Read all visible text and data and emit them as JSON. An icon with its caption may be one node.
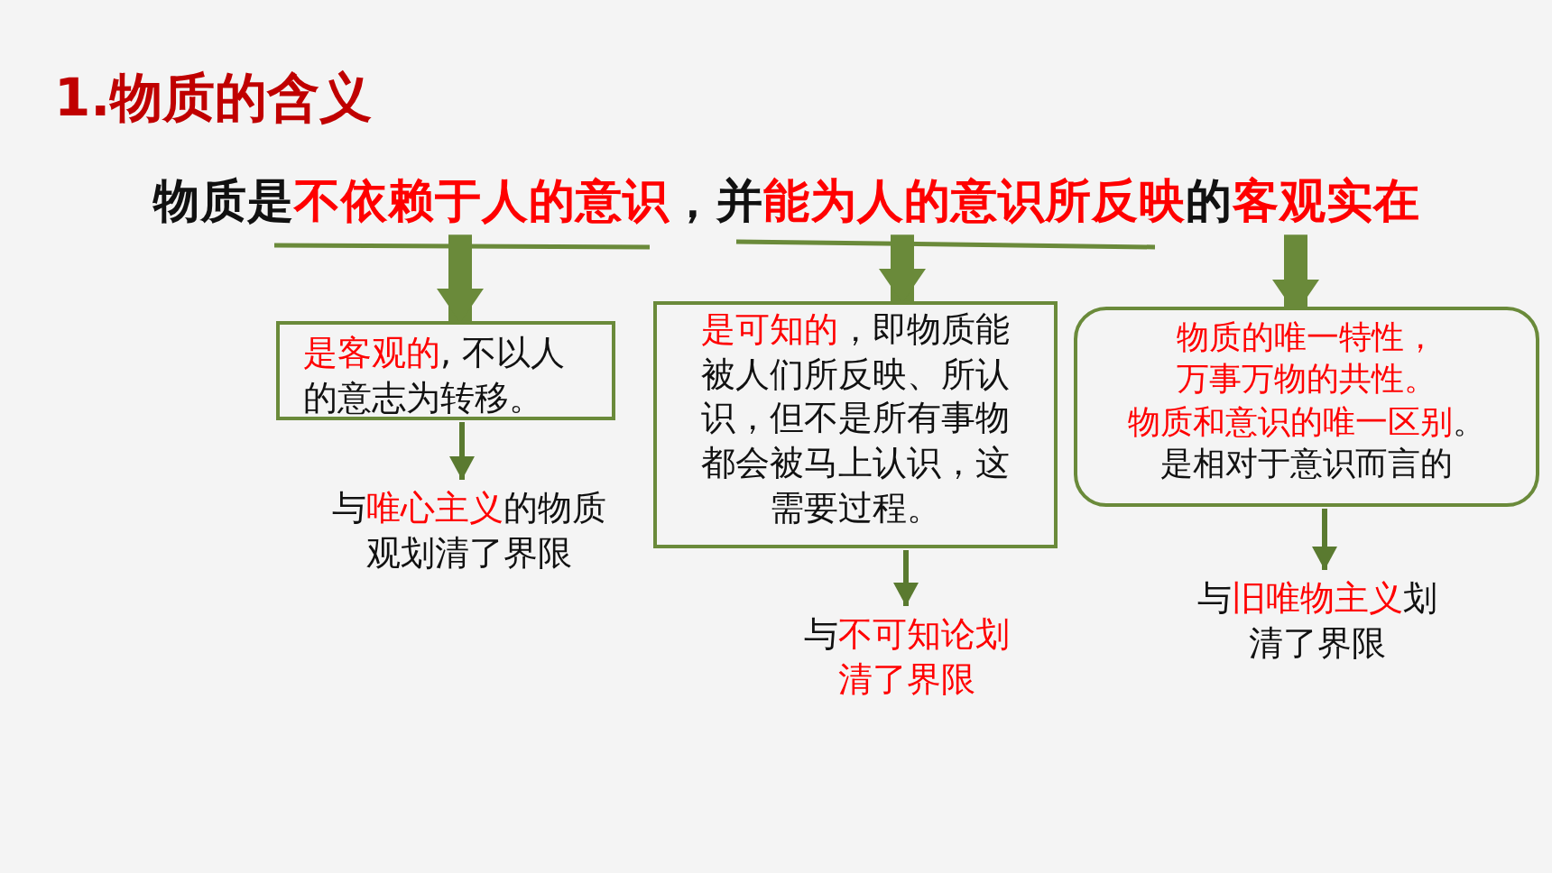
{
  "diagram": {
    "title": "1.物质的含义",
    "nodes": [
      {
        "text": [
          "物质是**不依赖于人的意识**，并**能为人的意识所反映**的**客观实在**"
        ]
      },
      {
        "text": [
          "**是客观的**, 不以人的意志为转移。"
        ]
      },
      {
        "text": [
          "**是可知的**，即物质能被人们所反映、所认识，但不是所有事物都会被马上认识，这需要过程。"
        ]
      },
      {
        "text": [
          "**物质的唯一特性，万事万物的共性。物质和意识的唯一区别**。是相对于意识而言的"
        ]
      },
      {
        "text": [
          "与**唯心主义**的物质观划清了界限"
        ]
      },
      {
        "text": [
          "与**不可知论划清了界限**"
        ]
      },
      {
        "text": [
          "与**旧唯物主义**划清了界限"
        ]
      }
    ],
    "edges": [
      {
        "from": 0,
        "to": 1,
        "arrow": "to",
        "style": "thick"
      },
      {
        "from": 0,
        "to": 2,
        "arrow": "to",
        "style": "thick"
      },
      {
        "from": 0,
        "to": 3,
        "arrow": "to",
        "style": "thick"
      },
      {
        "from": 1,
        "to": 4,
        "arrow": "to"
      },
      {
        "from": 2,
        "to": 5,
        "arrow": "to"
      },
      {
        "from": 3,
        "to": 6,
        "arrow": "to"
      }
    ]
  }
}
